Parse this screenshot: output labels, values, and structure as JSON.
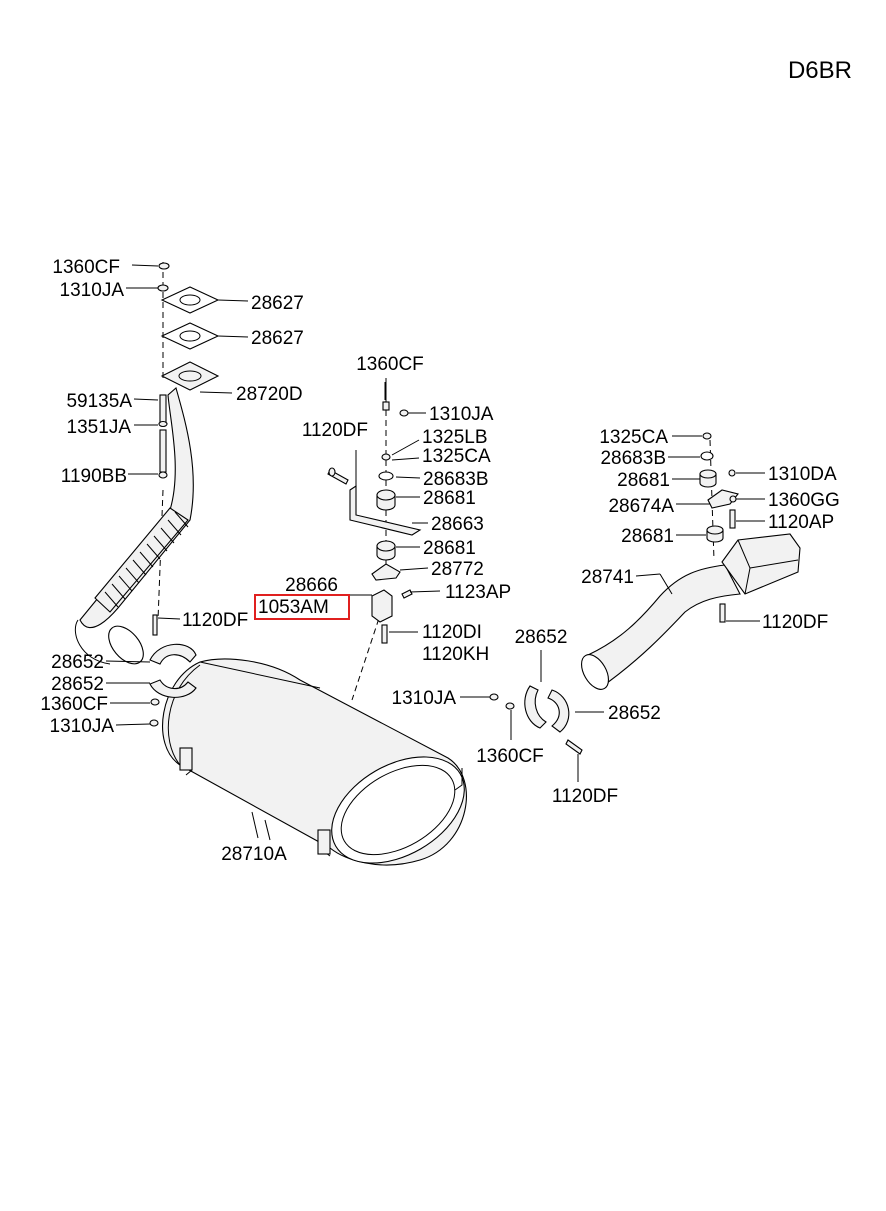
{
  "diagram_code": "D6BR",
  "highlighted_part": "1053AM",
  "labels": {
    "l1360cf_a": "1360CF",
    "l1310ja_a": "1310JA",
    "l28627_a": "28627",
    "l28627_b": "28627",
    "l59135a": "59135A",
    "l1351ja": "1351JA",
    "l28720d": "28720D",
    "l1190bb": "1190BB",
    "l1360cf_b": "1360CF",
    "l1310ja_b": "1310JA",
    "l1120df_a": "1120DF",
    "l1325lb": "1325LB",
    "l1325ca_a": "1325CA",
    "l28683b_a": "28683B",
    "l28681_a": "28681",
    "l28663": "28663",
    "l28681_b": "28681",
    "l28772": "28772",
    "l28666": "28666",
    "l1053am": "1053AM",
    "l1123ap": "1123AP",
    "l1120di": "1120DI",
    "l1120kh": "1120KH",
    "l1120df_b": "1120DF",
    "l28652_a": "28652",
    "l28652_b": "28652",
    "l1360cf_c": "1360CF",
    "l1310ja_c": "1310JA",
    "l28710a": "28710A",
    "l1325ca_b": "1325CA",
    "l28683b_b": "28683B",
    "l28681_c": "28681",
    "l1310da": "1310DA",
    "l28674a": "28674A",
    "l1360gg": "1360GG",
    "l1120ap": "1120AP",
    "l28681_d": "28681",
    "l28741": "28741",
    "l1120df_c": "1120DF",
    "l28652_c": "28652",
    "l1310ja_d": "1310JA",
    "l28652_d": "28652",
    "l1360cf_d": "1360CF",
    "l1120df_d": "1120DF"
  }
}
